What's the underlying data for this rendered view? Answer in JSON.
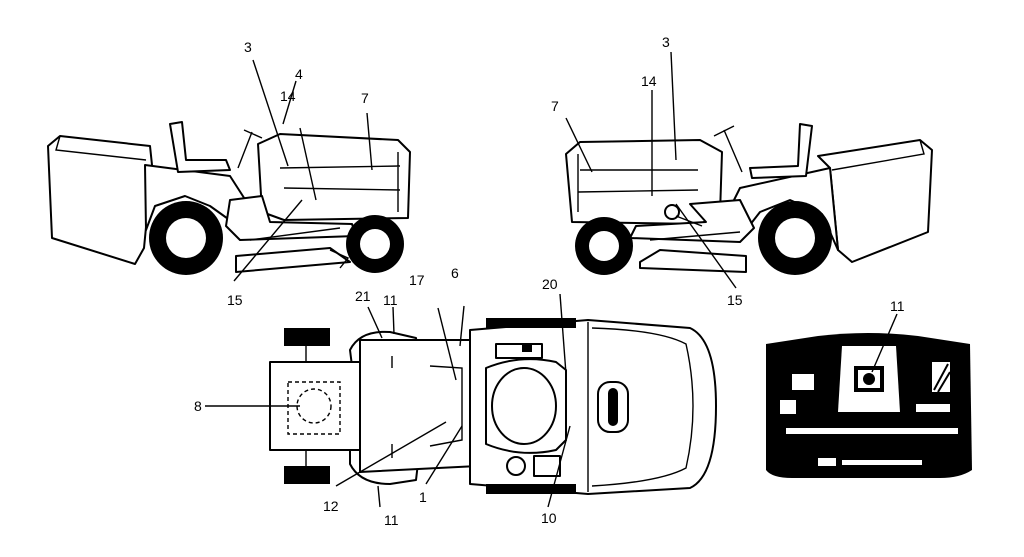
{
  "labels": {
    "side_left": {
      "label_3": "3",
      "label_4": "4",
      "label_14": "14",
      "label_7": "7",
      "label_15": "15"
    },
    "side_right": {
      "label_3": "3",
      "label_14": "14",
      "label_7": "7",
      "label_15": "15"
    },
    "top_view": {
      "label_21": "21",
      "label_11_top": "11",
      "label_17": "17",
      "label_6": "6",
      "label_20": "20",
      "label_8": "8",
      "label_12": "12",
      "label_1": "1",
      "label_11_bottom": "11",
      "label_10": "10"
    },
    "rear_view": {
      "label_11": "11"
    }
  }
}
